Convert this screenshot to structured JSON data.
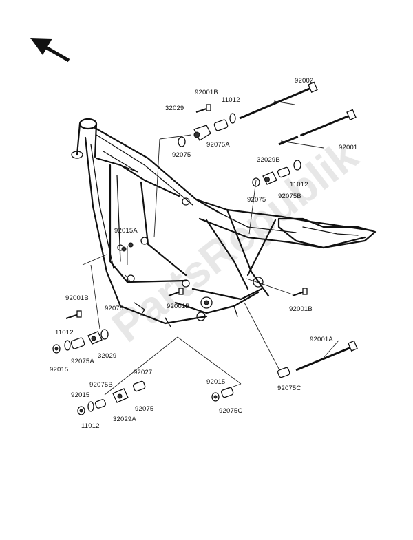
{
  "watermark": "PartsRepublik",
  "labels": {
    "p92001B_top": "92001B",
    "p92002": "92002",
    "p11012_top": "11012",
    "p32029": "32029",
    "p92075A_top": "92075A",
    "p92075_top": "92075",
    "p92001": "92001",
    "p32029B": "32029B",
    "p11012_mid": "11012",
    "p92075_mid": "92075",
    "p92075B_mid": "92075B",
    "p92015A": "92015A",
    "p92001B_left": "92001B",
    "p92075_left": "92075",
    "p92001B_center": "92001B",
    "p92001B_right": "92001B",
    "p11012_left": "11012",
    "p92015_left": "92015",
    "p92075A_left": "92075A",
    "p32029_left": "32029",
    "p92001A": "92001A",
    "p92027": "92027",
    "p92075B_low": "92075B",
    "p92015_low": "92015",
    "p92075_low": "92075",
    "p11012_low": "11012",
    "p32029A": "32029A",
    "p92015_right": "92015",
    "p92075C_right": "92075C",
    "p92075C_low": "92075C"
  }
}
